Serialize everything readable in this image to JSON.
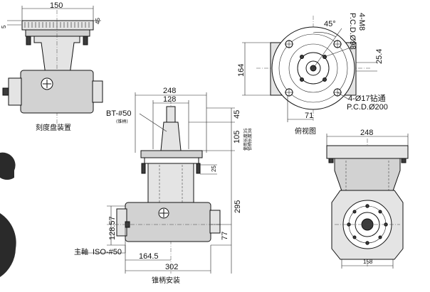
{
  "labels": {
    "dial_device": "刻度盘装置",
    "top_view": "俯视图",
    "taper_install": "锥柄安装",
    "bt50": "BT-#50",
    "bt50_note": "(锥柄)",
    "main_shaft": "主軸",
    "iso50": "ISO-#50",
    "mounting_holes": "4-M8",
    "pcd98": "P.C.D.Ø98",
    "drill_holes": "4-Ø17钻通",
    "pcd200": "P.C.D.Ø200",
    "short_bolt_note": "使用长度35",
    "long_bolt_note": "锁柄长度38",
    "angle_45": "45°"
  },
  "dimensions": {
    "d150": "150",
    "d5": "5",
    "d45_small": "45",
    "d248_front": "248",
    "d128": "128",
    "d45_front": "45",
    "d105": "105",
    "d25": "25",
    "d295": "295",
    "d128_57": "128.57",
    "d77": "77",
    "d164_5": "164.5",
    "d302": "302",
    "d164_top": "164",
    "d25_4": "25.4",
    "d71": "71",
    "d248_side": "248",
    "d158": "158"
  }
}
